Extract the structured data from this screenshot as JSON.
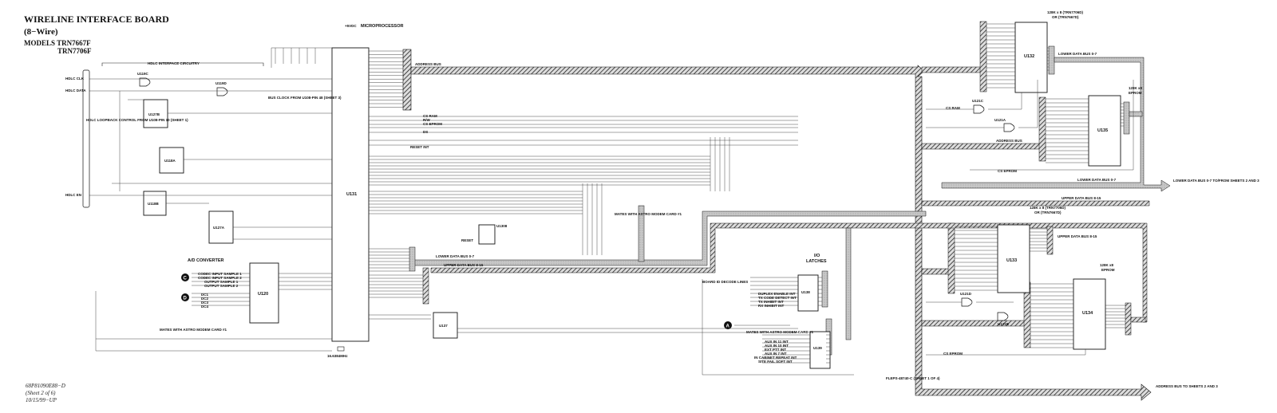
{
  "title": {
    "line1": "WIRELINE INTERFACE BOARD",
    "line2": "(8−Wire)",
    "line3": "MODELS TRN7667F",
    "line4": "TRN7706F"
  },
  "doc_info": {
    "part": "68P81090E88−D",
    "sheet": "(Sheet 2 of 6)",
    "date": "10/15/99−UP"
  },
  "sections": {
    "hdlc": "HDLC INTERFACE CIRCUITRY",
    "microprocessor": "MICROPROCESSOR",
    "ad_converter": "A/D CONVERTER",
    "io_latches_1": "I/O",
    "io_latches_2": "LATCHES"
  },
  "chips": {
    "u131": "U131",
    "u120": "U120",
    "u132": "U132",
    "u135": "U135",
    "u133": "U133",
    "u134": "U134",
    "u138": "U138",
    "u139": "U139",
    "u137": "U137",
    "u1308": "U1308",
    "u127b": "U127B",
    "u118a": "U118A",
    "u118b": "U118B",
    "u127a": "U127A",
    "u119c": "U119C",
    "u119d": "U119D",
    "u121c": "U121C",
    "u121a": "U121A",
    "u121b": "U121B",
    "u121d": "U121D"
  },
  "memory_labels": {
    "u132_title": "128K x 8 (TRN7706D)",
    "u132_sub": "OR (TRN7667D)",
    "u135_title": "128K x8",
    "u135_sub": "EPROM",
    "u133_title": "128K x 8 (TRN7706D)",
    "u133_sub": "OR (TRN7667D)",
    "u134_title": "128K x8",
    "u134_sub": "EPROM"
  },
  "buses": {
    "address": "ADDRESS BUS",
    "address_to": "ADDRESS BUS TO SHEETS 2 AND 3",
    "lower_data": "LOWER DATA BUS 0-7",
    "lower_data_to": "LOWER DATA BUS 0-7 TO/FROM SHEETS 2 AND 3",
    "upper_data": "UPPER DATA BUS 8-15",
    "upper_data_mid": "UPPER DATA BUS 8-15"
  },
  "signals": {
    "hdlc_clk": "HDLC CLK",
    "hdlc_data": "HDLC DATA",
    "hdlc_loopback": "HDLC LOOPBACK CONTROL FROM U108-PIN 10 (SHEET 1)",
    "bus_clock": "BUS CLOCK FROM U108-PIN 48 (SHEET 3)",
    "hdlc_en": "HDLC EN",
    "cs_ram": "CS RAM",
    "rw": "R/W",
    "cs_eprom": "CS EPROM",
    "ds": "DS",
    "reset_int": "RESET INT",
    "reset": "RESET",
    "codec_in1": "CODEC INPUT SAMPLE 1",
    "codec_in2": "CODEC INPUT SAMPLE 2",
    "out1": "OUTPUT SAMPLE 1",
    "out2": "OUTPUT SAMPLE 2",
    "dc": [
      "DC1",
      "DC2",
      "DC3",
      "DC4"
    ],
    "mates_astro": "MATES WITH ASTRO MODEM CARD #1",
    "board_id": "BOARD ID DECODE LINES",
    "duplex": "DUPLEX ENABLE INT",
    "tx_code": "TX CODE DETECT INT",
    "tx_inhibit": "TX INHIBIT INT",
    "rx_inhibit": "RX INHIBIT INT",
    "aux11": "AUX IN 11 INT",
    "aux10": "AUX IN 10 INT",
    "ext_ptt": "EXT PTT INT",
    "aux7": "AUX IN 7 INT",
    "cabinet": "IN CABINET REPEAT INT",
    "site_fail": "SITE FAIL SOFT INT",
    "ref": "FLEPS-48740-C (SHEET 1 OF 4)",
    "crystal": "16.6384MHz",
    "plus5": "+5VDC"
  },
  "connectors": {
    "c": "C",
    "d": "D",
    "a": "A"
  }
}
